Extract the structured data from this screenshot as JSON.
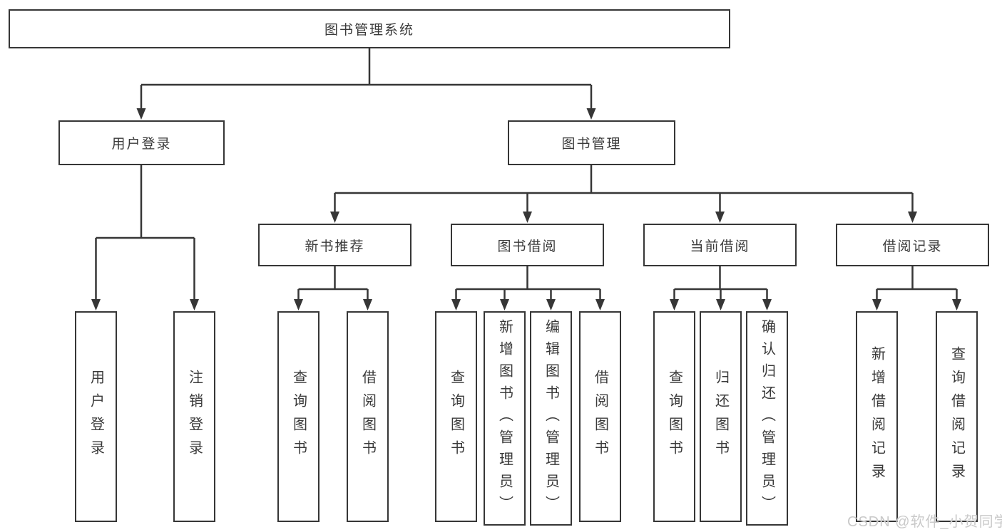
{
  "diagram": {
    "root": {
      "label": "图书管理系统"
    },
    "level2": [
      {
        "label": "用户登录"
      },
      {
        "label": "图书管理"
      }
    ],
    "level3": [
      {
        "label": "新书推荐"
      },
      {
        "label": "图书借阅"
      },
      {
        "label": "当前借阅"
      },
      {
        "label": "借阅记录"
      }
    ],
    "leaves": [
      {
        "label": "用户登录"
      },
      {
        "label": "注销登录"
      },
      {
        "label": "查询图书"
      },
      {
        "label": "借阅图书"
      },
      {
        "label": "查询图书"
      },
      {
        "label": "新增图书（管理员）"
      },
      {
        "label": "编辑图书（管理员）"
      },
      {
        "label": "借阅图书"
      },
      {
        "label": "查询图书"
      },
      {
        "label": "归还图书"
      },
      {
        "label": "确认归还（管理员）"
      },
      {
        "label": "新增借阅记录"
      },
      {
        "label": "查询借阅记录"
      }
    ]
  },
  "watermark": {
    "text": "CSDN @软件_小贺同学"
  },
  "colors": {
    "line": "#363636",
    "text": "#3a3a3a",
    "watermark": "#c9c9c9",
    "background": "#ffffff"
  }
}
